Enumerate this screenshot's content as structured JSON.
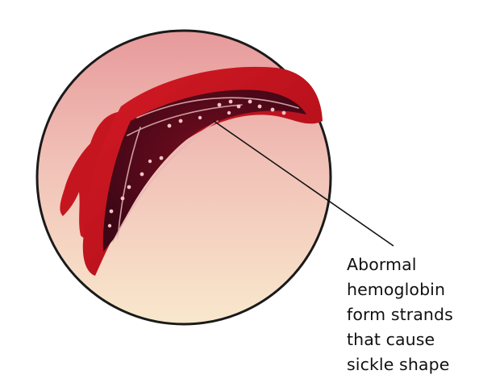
{
  "annotation": {
    "lines": [
      "Abormal",
      "hemoglobin",
      "form strands",
      "that cause",
      "sickle shape"
    ]
  },
  "colors": {
    "circle_top": "#e9a1a0",
    "circle_bottom": "#f8e5cb",
    "circle_outline": "#1a1a1a",
    "cell_red": "#c4121c",
    "cell_dark": "#4f0a1a",
    "strand": "#e8b7b8",
    "leader_line": "#111111"
  },
  "icons": {
    "illustration": "sickle-red-blood-cell-illustration"
  }
}
